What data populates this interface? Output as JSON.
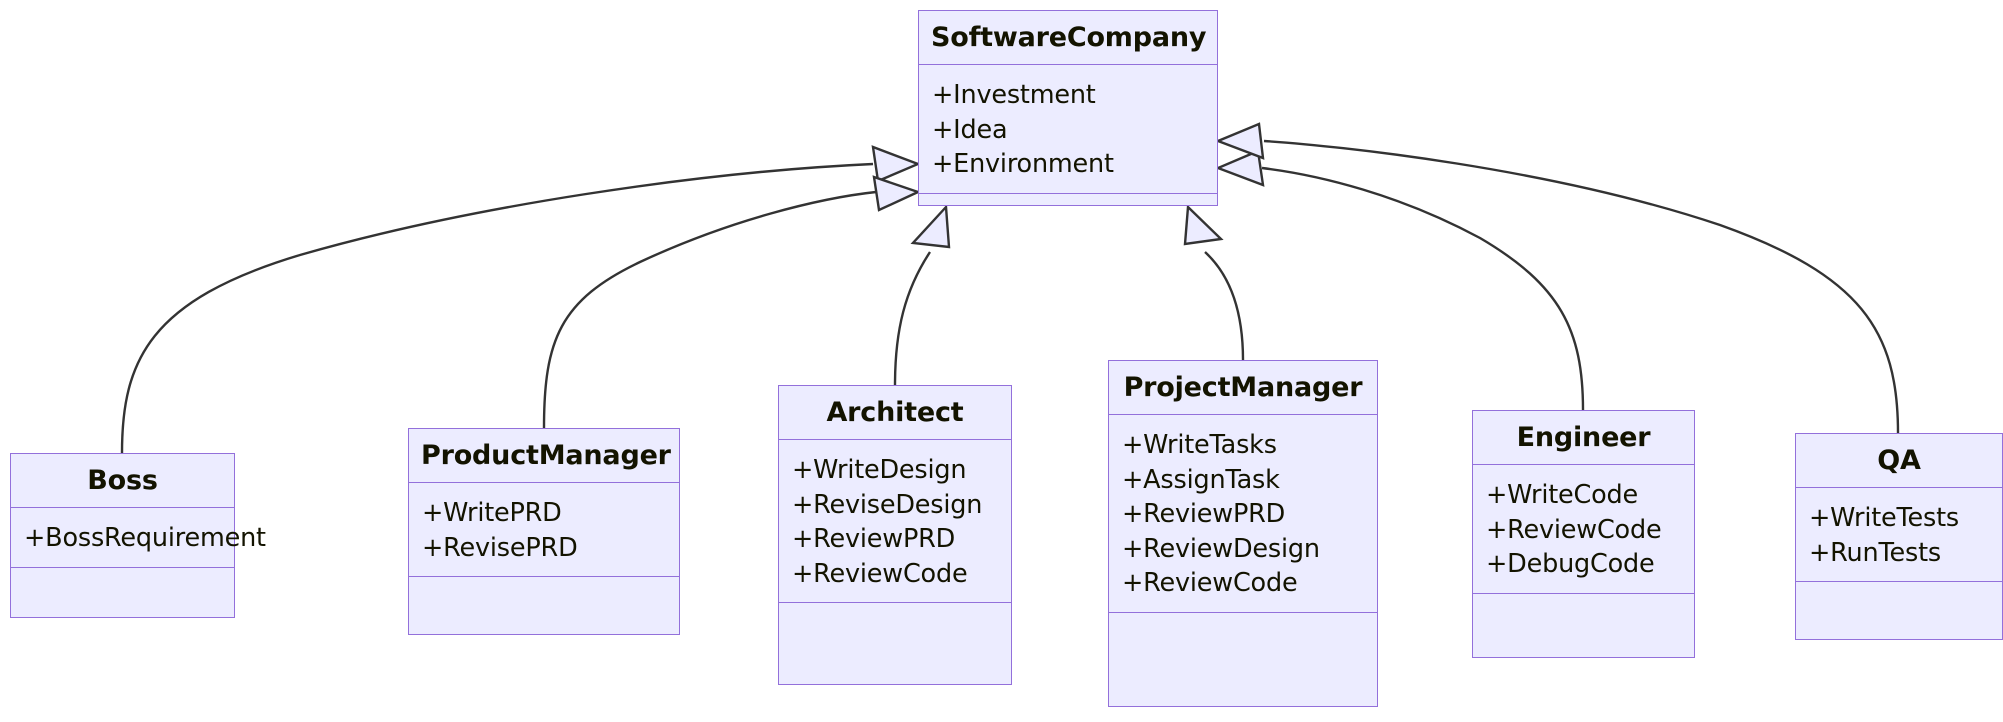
{
  "diagram": {
    "kind": "uml-class-diagram",
    "relationship": "inheritance",
    "colors": {
      "node_fill": "#ececff",
      "node_border": "#9370db",
      "edge_stroke": "#333333",
      "text": "#131300",
      "background": "#ffffff"
    },
    "classes": [
      {
        "id": "SoftwareCompany",
        "name": "SoftwareCompany",
        "attributes": [
          "+Investment",
          "+Idea",
          "+Environment"
        ],
        "methods": []
      },
      {
        "id": "Boss",
        "name": "Boss",
        "attributes": [
          "+BossRequirement"
        ],
        "methods": []
      },
      {
        "id": "ProductManager",
        "name": "ProductManager",
        "attributes": [
          "+WritePRD",
          "+RevisePRD"
        ],
        "methods": []
      },
      {
        "id": "Architect",
        "name": "Architect",
        "attributes": [
          "+WriteDesign",
          "+ReviseDesign",
          "+ReviewPRD",
          "+ReviewCode"
        ],
        "methods": []
      },
      {
        "id": "ProjectManager",
        "name": "ProjectManager",
        "attributes": [
          "+WriteTasks",
          "+AssignTask",
          "+ReviewPRD",
          "+ReviewDesign",
          "+ReviewCode"
        ],
        "methods": []
      },
      {
        "id": "Engineer",
        "name": "Engineer",
        "attributes": [
          "+WriteCode",
          "+ReviewCode",
          "+DebugCode"
        ],
        "methods": []
      },
      {
        "id": "QA",
        "name": "QA",
        "attributes": [
          "+WriteTests",
          "+RunTests"
        ],
        "methods": []
      }
    ],
    "edges": [
      {
        "from": "Boss",
        "to": "SoftwareCompany",
        "type": "inheritance"
      },
      {
        "from": "ProductManager",
        "to": "SoftwareCompany",
        "type": "inheritance"
      },
      {
        "from": "Architect",
        "to": "SoftwareCompany",
        "type": "inheritance"
      },
      {
        "from": "ProjectManager",
        "to": "SoftwareCompany",
        "type": "inheritance"
      },
      {
        "from": "Engineer",
        "to": "SoftwareCompany",
        "type": "inheritance"
      },
      {
        "from": "QA",
        "to": "SoftwareCompany",
        "type": "inheritance"
      }
    ]
  }
}
